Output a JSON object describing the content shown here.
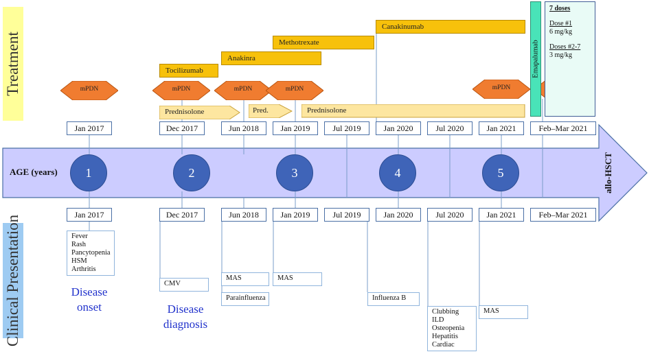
{
  "side_labels": {
    "treatment": "Treatment",
    "clinical": "Clinical Presentation"
  },
  "timeline": {
    "age_label": "AGE (years)",
    "end_label": "allo-HSCT"
  },
  "top_dates": [
    "Jan 2017",
    "Dec 2017",
    "Jun 2018",
    "Jan 2019",
    "Jul 2019",
    "Jan 2020",
    "Jul 2020",
    "Jan 2021",
    "Feb–Mar 2021"
  ],
  "bottom_dates": [
    "Jan 2017",
    "Dec 2017",
    "Jun 2018",
    "Jan 2019",
    "Jul 2019",
    "Jan 2020",
    "Jul 2020",
    "Jan 2021",
    "Feb–Mar 2021"
  ],
  "ages": [
    "1",
    "2",
    "3",
    "4",
    "5"
  ],
  "drugs": {
    "tocilizumab": "Tocilizumab",
    "anakinra": "Anakinra",
    "methotrexate": "Methotrexate",
    "canakinumab": "Canakinumab"
  },
  "steroids": {
    "prednisolone_1": "Prednisolone",
    "pred": "Pred.",
    "prednisolone_2": "Prednisolone",
    "mpdn": "mPDN"
  },
  "emapalumab": {
    "name": "Emapalumab",
    "doses_title": "7 doses",
    "dose1_label": "Dose #1",
    "dose1_value": "6 mg/kg",
    "dose2_label": "Doses #2-7",
    "dose2_value": "3 mg/kg"
  },
  "presentations": {
    "onset_items": [
      "Fever",
      "Rash",
      "Pancytopenia",
      "HSM",
      "Arthritis"
    ],
    "cmv": "CMV",
    "mas_jun2018": "MAS",
    "parainfluenza": "Parainfluenza",
    "mas_jan2019": "MAS",
    "influenza_b": "Influenza B",
    "jul2020_items": [
      "Clubbing",
      "ILD",
      "Osteopenia",
      "Hepatitis",
      "Cardiac"
    ],
    "mas_jan2021": "MAS"
  },
  "events": {
    "onset_line1": "Disease",
    "onset_line2": "onset",
    "diagnosis_line1": "Disease",
    "diagnosis_line2": "diagnosis"
  },
  "colors": {
    "side_label_treatment": "#ffff99",
    "side_label_clinical": "#9ecbf2",
    "timeline_band": "#ccccff",
    "age_circle": "#3f64b8",
    "drug_bar": "#f7c10b",
    "prednisolone": "#fde6a0",
    "mpdn": "#f07c30",
    "emapalumab": "#49e3b8",
    "event_text": "#2233cc"
  }
}
